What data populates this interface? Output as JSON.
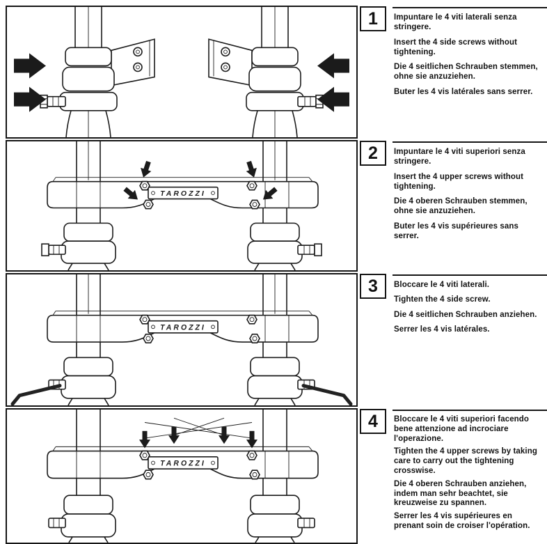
{
  "brand": "TAROZZI",
  "steps": [
    {
      "number": "1",
      "instructions": [
        {
          "lang": "it",
          "text": "Impuntare le 4 viti laterali senza stringere."
        },
        {
          "lang": "en",
          "text": "Insert the 4 side screws without tightening."
        },
        {
          "lang": "de",
          "text": "Die 4 seitlichen Schrauben stemmen, ohne sie anzuziehen."
        },
        {
          "lang": "fr",
          "text": "Buter les 4 vis latérales sans serrer."
        }
      ]
    },
    {
      "number": "2",
      "instructions": [
        {
          "lang": "it",
          "text": "Impuntare le 4 viti superiori senza stringere."
        },
        {
          "lang": "en",
          "text": "Insert the 4 upper screws without tightening."
        },
        {
          "lang": "de",
          "text": "Die 4 oberen Schrauben stemmen, ohne sie anzuziehen."
        },
        {
          "lang": "fr",
          "text": "Buter les 4 vis supérieures sans serrer."
        }
      ]
    },
    {
      "number": "3",
      "instructions": [
        {
          "lang": "it",
          "text": "Bloccare le 4 viti laterali."
        },
        {
          "lang": "en",
          "text": "Tighten the 4 side screw."
        },
        {
          "lang": "de",
          "text": "Die 4 seitlichen Schrauben anziehen."
        },
        {
          "lang": "fr",
          "text": "Serrer les 4 vis latérales."
        }
      ]
    },
    {
      "number": "4",
      "instructions": [
        {
          "lang": "it",
          "text": "Bloccare le 4 viti superiori facendo bene attenzione ad incrociare l'operazione."
        },
        {
          "lang": "en",
          "text": "Tighten the 4 upper screws by taking care to carry out the tightening crosswise."
        },
        {
          "lang": "de",
          "text": "Die 4 oberen Schrauben anziehen, indem man sehr beachtet, sie kreuzweise zu spannen."
        },
        {
          "lang": "fr",
          "text": "Serrer les 4 vis supérieures en prenant soin de croiser l'opération."
        }
      ]
    }
  ]
}
